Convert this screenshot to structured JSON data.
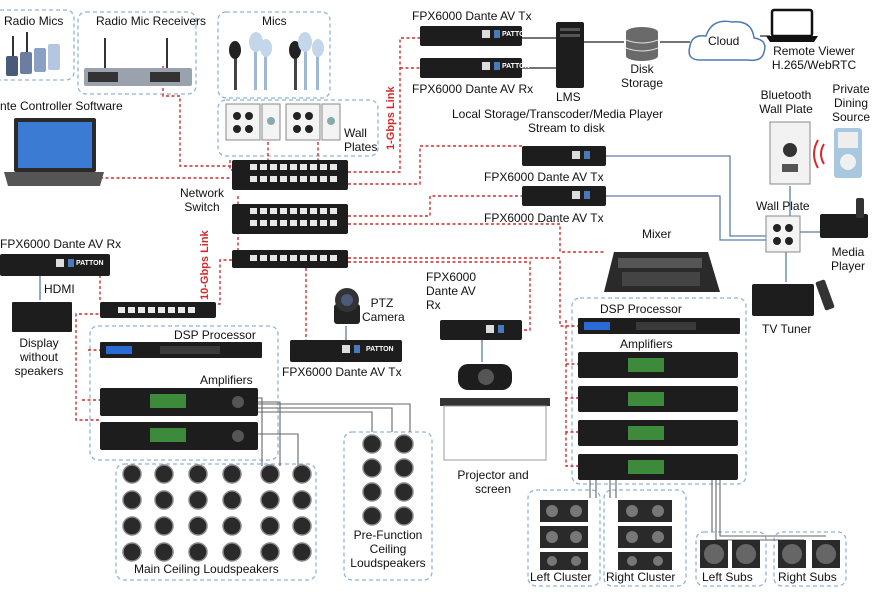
{
  "labels": {
    "radio_mics": "Radio Mics",
    "radio_mic_receivers": "Radio Mic Receivers",
    "mics": "Mics",
    "remote_controller_software": "nte Controller Software",
    "wall_plates": "Wall Plates",
    "network_switch": "Network Switch",
    "link_1gbps": "1-Gbps Link",
    "link_10gbps": "10-Gbps Link",
    "fpx_tx_top": "FPX6000 Dante AV Tx",
    "fpx_rx_top": "FPX6000 Dante AV Rx",
    "lms": "LMS",
    "disk_storage": "Disk Storage",
    "cloud": "Cloud",
    "remote_viewer": "Remote Viewer H.265/WebRTC",
    "local_storage": "Local Storage/Transcoder/Media Player",
    "stream_to_disk": "Stream to disk",
    "bluetooth_wall_plate": "Bluetooth Wall Plate",
    "private_dining_source": "Private Dining Source",
    "fpx_tx_mid1": "FPX6000 Dante AV Tx",
    "fpx_tx_mid2": "FPX6000 Dante AV Tx",
    "wall_plate": "Wall Plate",
    "media_player": "Media Player",
    "mixer": "Mixer",
    "tv_tuner": "TV Tuner",
    "fpx_rx_left": "FPX6000 Dante AV Rx",
    "hdmi": "HDMI",
    "display_without_speakers": "Display without speakers",
    "dsp_processor_left": "DSP Processor",
    "amplifiers_left": "Amplifiers",
    "ptz_camera": "PTZ Camera",
    "fpx_tx_ptz": "FPX6000 Dante AV Tx",
    "fpx_rx_proj": "FPX6000 Dante AV Rx",
    "projector_and_screen": "Projector and screen",
    "dsp_processor_right": "DSP Processor",
    "amplifiers_right": "Amplifiers",
    "main_ceiling_loudspeakers": "Main Ceiling Loudspeakers",
    "pre_function_ceiling_loudspeakers": "Pre-Function Ceiling Loudspeakers",
    "left_cluster": "Left Cluster",
    "right_cluster": "Right Cluster",
    "left_subs": "Left Subs",
    "right_subs": "Right Subs",
    "device_brand": "PATTON"
  },
  "colors": {
    "network_link": "#d42a2a",
    "video_link": "#5b7ea8",
    "speaker_link": "#555555",
    "group_border": "#8fb3d9",
    "device_dark": "#1d1d1d"
  }
}
